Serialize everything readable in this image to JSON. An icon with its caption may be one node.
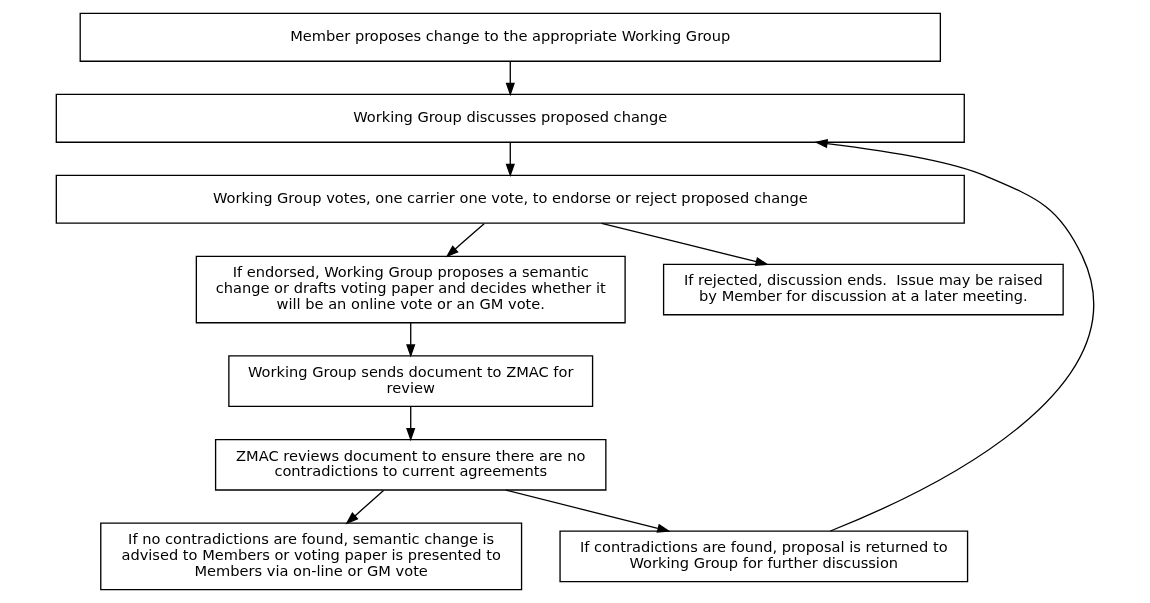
{
  "diagram": {
    "nodes": [
      {
        "text": [
          "Member proposes change to the appropriate Working Group"
        ]
      },
      {
        "text": [
          "Working Group discusses proposed change"
        ]
      },
      {
        "text": [
          "Working Group votes, one carrier one vote, to endorse or reject proposed change"
        ]
      },
      {
        "text": [
          "If endorsed, Working Group proposes a semantic change or drafts voting paper and decides whether it will be an online vote or an GM vote."
        ]
      },
      {
        "text": [
          "If rejected, discussion ends.  Issue may be raised by Member for discussion at a later meeting."
        ]
      },
      {
        "text": [
          "Working Group sends document to ZMAC for review"
        ]
      },
      {
        "text": [
          "ZMAC reviews document to ensure there are no contradictions to current agreements"
        ]
      },
      {
        "text": [
          "If no contradictions are found, semantic change is advised to Members or voting paper is presented to Members via on-line or GM vote"
        ]
      },
      {
        "text": [
          "If contradictions are found, proposal is returned to Working Group for further discussion"
        ]
      }
    ],
    "edges": [
      {
        "from": 0,
        "to": 1,
        "arrow": "to"
      },
      {
        "from": 1,
        "to": 2,
        "arrow": "to"
      },
      {
        "from": 2,
        "to": 3,
        "arrow": "to"
      },
      {
        "from": 2,
        "to": 4,
        "arrow": "to"
      },
      {
        "from": 3,
        "to": 5,
        "arrow": "to"
      },
      {
        "from": 5,
        "to": 6,
        "arrow": "to"
      },
      {
        "from": 6,
        "to": 7,
        "arrow": "to"
      },
      {
        "from": 6,
        "to": 8,
        "arrow": "to"
      },
      {
        "from": 8,
        "to": 1,
        "arrow": "to"
      }
    ]
  }
}
